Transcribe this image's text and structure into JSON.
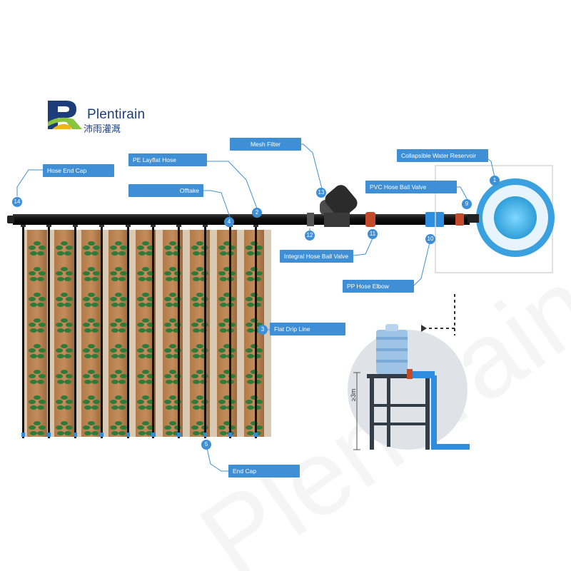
{
  "brand": {
    "name": "Plentirain",
    "chinese_name": "沛雨灌溉",
    "primary_color": "#1c3d7a",
    "accent_color": "#3f8fd6"
  },
  "components": [
    {
      "number": "1",
      "label": "Collapsible Water Reservoir"
    },
    {
      "number": "2",
      "label": "PE Layflat Hose"
    },
    {
      "number": "3",
      "label": "Flat Drip Line"
    },
    {
      "number": "4",
      "label": "Offtake"
    },
    {
      "number": "5",
      "label": "End Cap"
    },
    {
      "number": "9",
      "label": "PVC Hose Ball Valve"
    },
    {
      "number": "10",
      "label": "PP Hose Elbow"
    },
    {
      "number": "11",
      "label": "Integral Hose Ball Valve"
    },
    {
      "number": "12",
      "label": ""
    },
    {
      "number": "13",
      "label": "Mesh Filter"
    },
    {
      "number": "14",
      "label": "Hose End Cap"
    }
  ],
  "tank_height_label": "≥3m",
  "icons": {
    "logo": "plentirain-logo-icon",
    "filter": "mesh-filter-icon",
    "reservoir": "collapsible-reservoir-icon",
    "tank": "elevated-tank-icon",
    "plants": "crop-rows-icon"
  }
}
